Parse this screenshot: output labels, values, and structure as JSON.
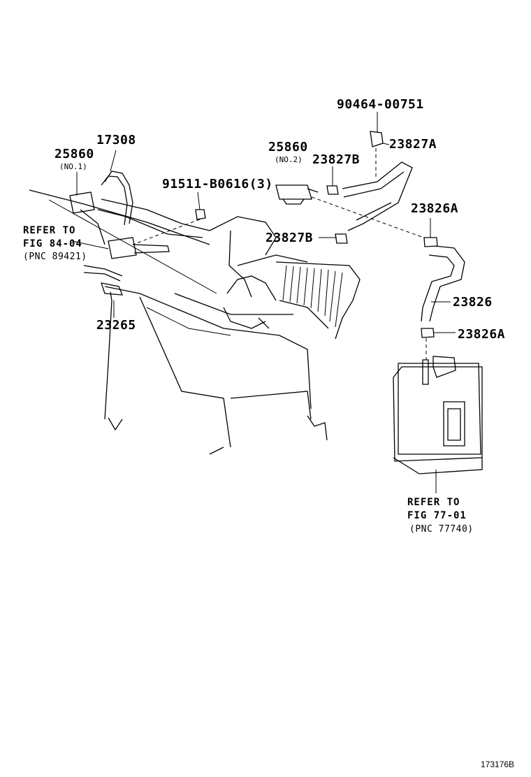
{
  "labels": {
    "part_90464": "90464-00751",
    "part_17308": "17308",
    "part_25860_no1": "25860",
    "sub_no1": "(NO.1)",
    "part_25860_no2": "25860",
    "sub_no2": "(NO.2)",
    "part_23827a": "23827A",
    "part_23827b_top": "23827B",
    "part_91511": "91511-B0616(3)",
    "part_23826a_top": "23826A",
    "part_23827b_mid": "23827B",
    "part_23826": "23826",
    "part_23826a_bottom": "23826A",
    "part_23265": "23265"
  },
  "refs": {
    "ref1_line1": "REFER TO",
    "ref1_line2": "FIG 84-04",
    "ref1_line3": "(PNC 89421)",
    "ref2_line1": "REFER TO",
    "ref2_line2": "FIG 77-01",
    "ref2_line3": "(PNC 77740)"
  },
  "figure_id": "173176B"
}
